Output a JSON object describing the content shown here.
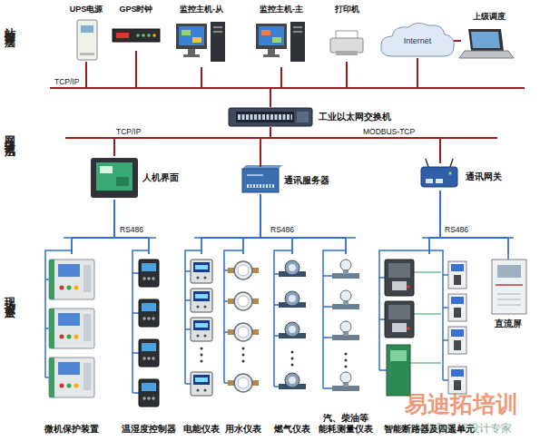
{
  "diagram": {
    "nodes": [
      {
        "text": [
          "UPS电源"
        ]
      },
      {
        "text": [
          "GPS时钟"
        ]
      },
      {
        "text": [
          "监控主机-从"
        ]
      },
      {
        "text": [
          "监控主机-主"
        ]
      },
      {
        "text": [
          "打印机"
        ]
      },
      {
        "text": [
          "Internet"
        ]
      },
      {
        "text": [
          "上级调度"
        ]
      },
      {
        "text": [
          "工业以太网交换机"
        ]
      },
      {
        "text": [
          "人机界面"
        ]
      },
      {
        "text": [
          "通讯服务器"
        ]
      },
      {
        "text": [
          "通讯网关"
        ]
      },
      {
        "text": [
          "微机保护装置"
        ]
      },
      {
        "text": [
          "温湿度控制器"
        ]
      },
      {
        "text": [
          "电能仪表"
        ]
      },
      {
        "text": [
          "用水仪表"
        ]
      },
      {
        "text": [
          "燃气仪表"
        ]
      },
      {
        "text": [
          "汽、柴油等 能耗测量仪表"
        ]
      },
      {
        "text": [
          "智能断路器及四遥单元"
        ]
      },
      {
        "text": [
          "直流屏"
        ]
      }
    ],
    "edges": [
      {
        "from": 7,
        "to": 0,
        "arrow": "none"
      },
      {
        "from": 7,
        "to": 1,
        "arrow": "none"
      },
      {
        "from": 7,
        "to": 2,
        "arrow": "none"
      },
      {
        "from": 7,
        "to": 3,
        "arrow": "none"
      },
      {
        "from": 7,
        "to": 4,
        "arrow": "none"
      },
      {
        "from": 7,
        "to": 5,
        "arrow": "none"
      },
      {
        "from": 5,
        "to": 6,
        "arrow": "none"
      },
      {
        "from": 7,
        "to": 8,
        "arrow": "none"
      },
      {
        "from": 7,
        "to": 9,
        "arrow": "none"
      },
      {
        "from": 7,
        "to": 10,
        "arrow": "none"
      },
      {
        "from": 8,
        "to": 11,
        "arrow": "none"
      },
      {
        "from": 8,
        "to": 12,
        "arrow": "none"
      },
      {
        "from": 9,
        "to": 13,
        "arrow": "none"
      },
      {
        "from": 9,
        "to": 14,
        "arrow": "none"
      },
      {
        "from": 9,
        "to": 15,
        "arrow": "none"
      },
      {
        "from": 9,
        "to": 16,
        "arrow": "none"
      },
      {
        "from": 10,
        "to": 17,
        "arrow": "none"
      },
      {
        "from": 10,
        "to": 18,
        "arrow": "none"
      }
    ],
    "labels": [
      "站控管理层",
      "网络通讯层",
      "现场设备层",
      "TCP/IP",
      "TCP/IP",
      "MODBUS-TCP",
      "RS486",
      "RS486",
      "RS486",
      "易迪拓培训",
      "射频和天线设计专家"
    ]
  }
}
